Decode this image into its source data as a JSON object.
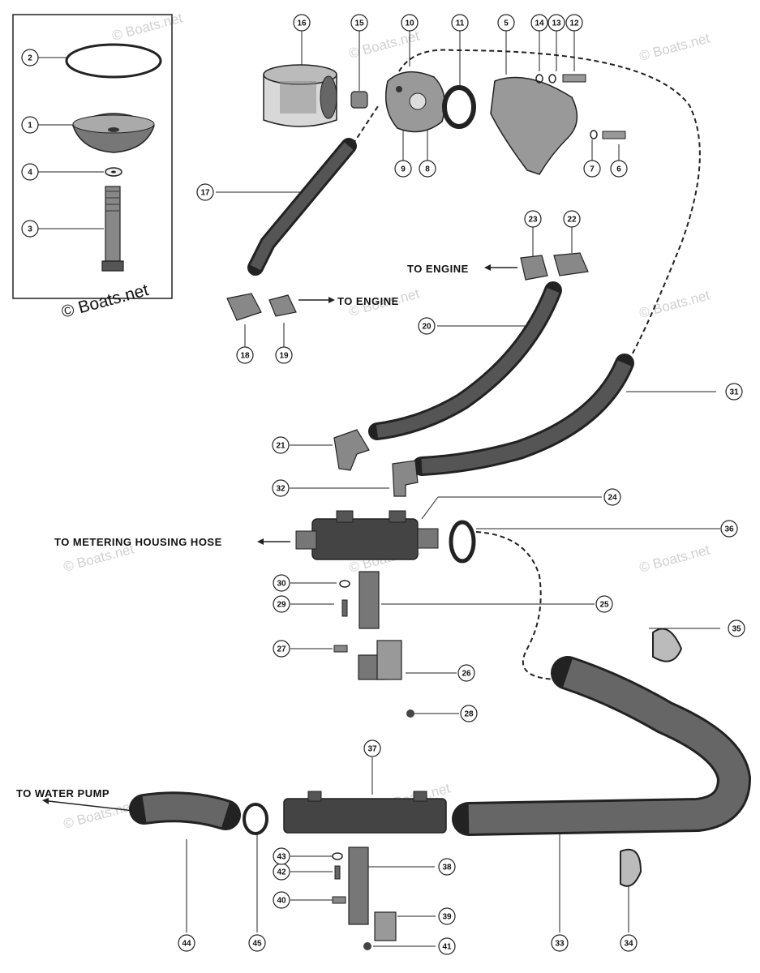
{
  "watermark": "© Boats.net",
  "destinations": {
    "to_engine_upper": "TO ENGINE",
    "to_engine_lower": "TO ENGINE",
    "to_metering": "TO METERING HOUSING HOSE",
    "to_water_pump": "TO WATER PUMP"
  },
  "callouts": [
    "1",
    "2",
    "3",
    "4",
    "5",
    "6",
    "7",
    "8",
    "9",
    "10",
    "11",
    "12",
    "13",
    "14",
    "15",
    "16",
    "17",
    "18",
    "19",
    "20",
    "21",
    "22",
    "23",
    "24",
    "25",
    "26",
    "27",
    "28",
    "29",
    "30",
    "31",
    "32",
    "33",
    "34",
    "35",
    "36",
    "37",
    "38",
    "39",
    "40",
    "41",
    "42",
    "43",
    "44",
    "45"
  ]
}
